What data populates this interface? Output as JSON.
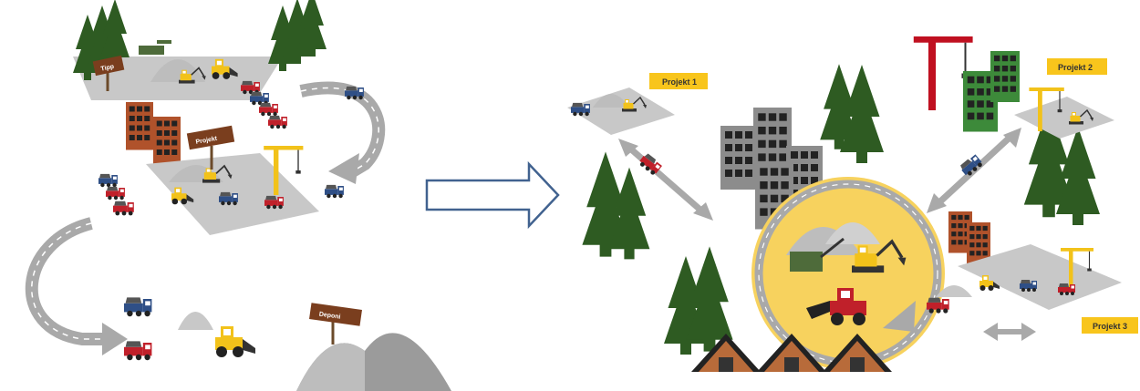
{
  "left_scene": {
    "sign_top": "Tipp",
    "sign_middle": "Projekt",
    "sign_bottom": "Deponi"
  },
  "right_scene": {
    "project_labels": [
      "Projekt 1",
      "Projekt 2",
      "Projekt 3"
    ]
  },
  "colors": {
    "road": "#a9a9a9",
    "road_dash": "#ffffff",
    "site_ground": "#c8c8c8",
    "tree": "#2e5b22",
    "trunk": "#6b4a2a",
    "truck_red": "#c0202a",
    "truck_blue": "#2f4f86",
    "excavator_yellow": "#f2c21a",
    "hub_circle": "#f7d25e",
    "label_bg": "#f8c51c",
    "brick_building": "#b0522b",
    "green_building": "#3d8a3a",
    "grey_building": "#8c8c8c",
    "crane_red": "#c01020",
    "crane_yellow": "#f2c21a",
    "arrow_outline": "#41628f"
  },
  "icons": [
    "tree-icon",
    "truck-icon",
    "excavator-icon",
    "loader-icon",
    "crane-icon",
    "building-icon",
    "gravel-pile-icon",
    "sign-icon",
    "hut-icon",
    "road-arrow-icon",
    "transition-arrow-icon"
  ]
}
